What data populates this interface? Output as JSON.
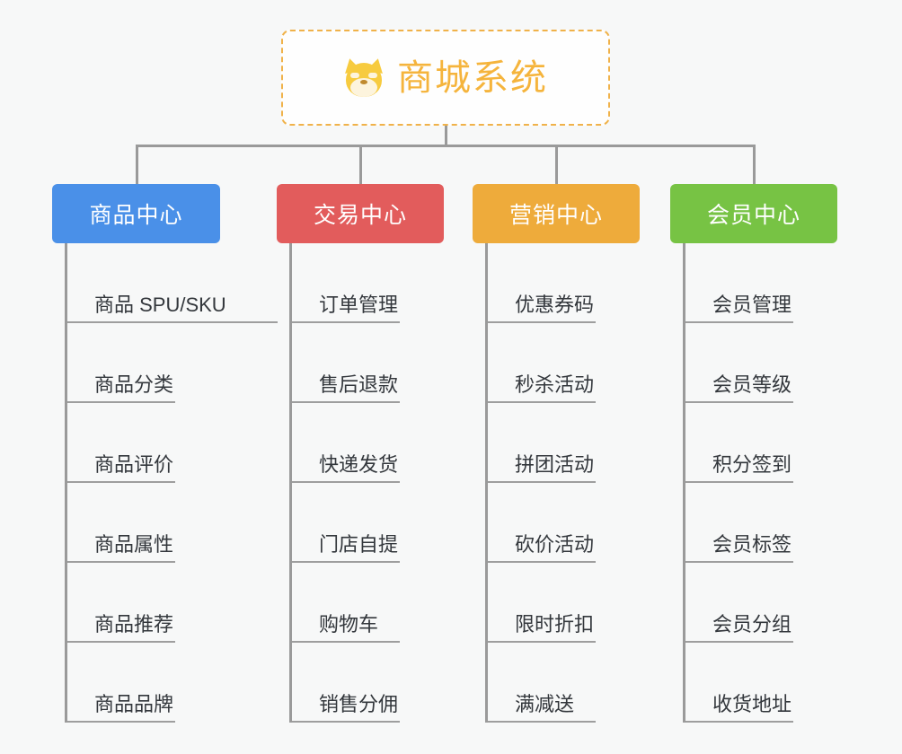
{
  "page": {
    "background": "#f7f8f8",
    "connector_color": "#9a9a9a"
  },
  "root": {
    "title": "商城系统",
    "icon": "dog-face-icon",
    "border_color": "#f0b24a",
    "text_color": "#f5b43c",
    "background": "#fefefe"
  },
  "columns": [
    {
      "header": "商品中心",
      "color": "#4a90e8",
      "items": [
        "商品 SPU/SKU",
        "商品分类",
        "商品评价",
        "商品属性",
        "商品推荐",
        "商品品牌"
      ]
    },
    {
      "header": "交易中心",
      "color": "#e25c5c",
      "items": [
        "订单管理",
        "售后退款",
        "快递发货",
        "门店自提",
        "购物车",
        "销售分佣"
      ]
    },
    {
      "header": "营销中心",
      "color": "#eeab3b",
      "items": [
        "优惠券码",
        "秒杀活动",
        "拼团活动",
        "砍价活动",
        "限时折扣",
        "满减送"
      ]
    },
    {
      "header": "会员中心",
      "color": "#77c344",
      "items": [
        "会员管理",
        "会员等级",
        "积分签到",
        "会员标签",
        "会员分组",
        "收货地址"
      ]
    }
  ]
}
